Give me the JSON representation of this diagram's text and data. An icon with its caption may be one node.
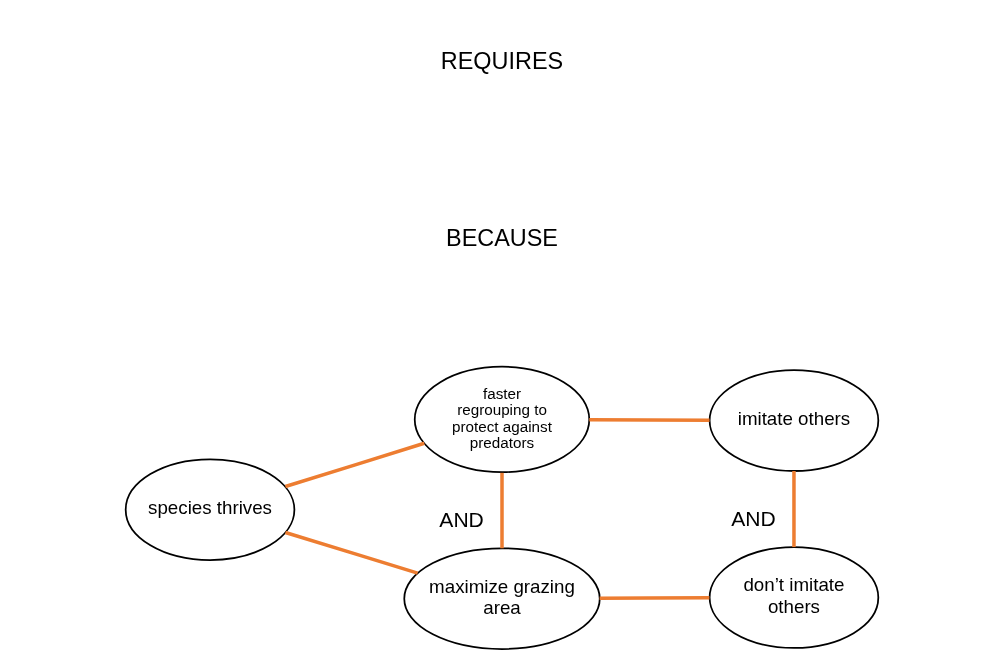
{
  "diagram": {
    "nodes": [
      {
        "text": [
          "species thrives"
        ]
      },
      {
        "text": [
          "faster regrouping to protect against predators"
        ]
      },
      {
        "text": [
          "imitate others"
        ]
      },
      {
        "text": [
          "maximize grazing area"
        ]
      },
      {
        "text": [
          "don’t imitate others"
        ]
      }
    ],
    "edges": [
      {
        "from": 0,
        "to": 1,
        "arrow": "none"
      },
      {
        "from": 0,
        "to": 3,
        "arrow": "none"
      },
      {
        "from": 1,
        "to": 2,
        "arrow": "none"
      },
      {
        "from": 1,
        "to": 3,
        "arrow": "none",
        "label": "AND"
      },
      {
        "from": 2,
        "to": 4,
        "arrow": "none",
        "label": "AND"
      },
      {
        "from": 3,
        "to": 4,
        "arrow": "none"
      }
    ],
    "labels": [
      "BECAUSE",
      "REQUIRES"
    ]
  }
}
